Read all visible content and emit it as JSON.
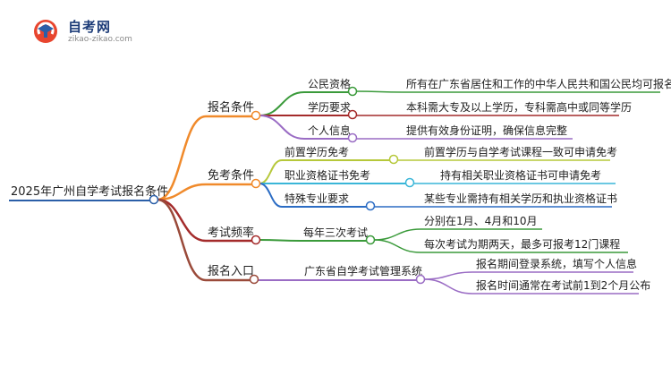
{
  "logo": {
    "name": "自考网",
    "url": "zikao-zikao.com"
  },
  "root": "2025年广州自学考试报名条件",
  "colors": {
    "orange": "#f08a2b",
    "red": "#a42b2b",
    "purple": "#9a6cc4",
    "green": "#3a9a3a",
    "yellowgreen": "#b6c83a",
    "cyan": "#3ab6d8",
    "blue": "#2b6cc4",
    "brown": "#9a4a3a",
    "root": "#2b5fa8"
  },
  "branches": [
    {
      "label": "报名条件",
      "children": [
        {
          "label": "公民资格",
          "leaf": "所有在广东省居住和工作的中华人民共和国公民均可报名"
        },
        {
          "label": "学历要求",
          "leaf": "本科需大专及以上学历，专科需高中或同等学历"
        },
        {
          "label": "个人信息",
          "leaf": "提供有效身份证明，确保信息完整"
        }
      ]
    },
    {
      "label": "免考条件",
      "children": [
        {
          "label": "前置学历免考",
          "leaf": "前置学历与自学考试课程一致可申请免考"
        },
        {
          "label": "职业资格证书免考",
          "leaf": "持有相关职业资格证书可申请免考"
        },
        {
          "label": "特殊专业要求",
          "leaf": "某些专业需持有相关学历和执业资格证书"
        }
      ]
    },
    {
      "label": "考试频率",
      "children": [
        {
          "label": "每年三次考试",
          "leaves": [
            "分别在1月、4月和10月",
            "每次考试为期两天，最多可报考12门课程"
          ]
        }
      ]
    },
    {
      "label": "报名入口",
      "children": [
        {
          "label": "广东省自学考试管理系统",
          "leaves": [
            "报名期间登录系统，填写个人信息",
            "报名时间通常在考试前1到2个月公布"
          ]
        }
      ]
    }
  ]
}
